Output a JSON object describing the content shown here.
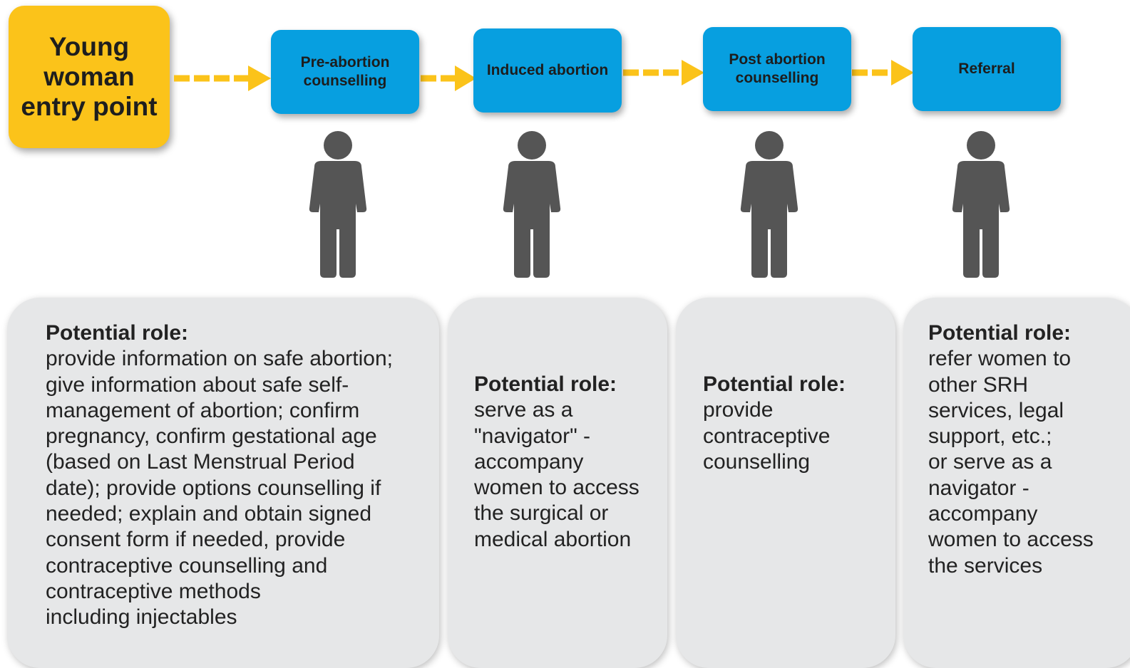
{
  "entry_point": {
    "label": "Young\nwoman\nentry point"
  },
  "steps": [
    {
      "label": "Pre-abortion\ncounselling"
    },
    {
      "label": "Induced abortion"
    },
    {
      "label": "Post abortion\ncounselling"
    },
    {
      "label": "Referral"
    }
  ],
  "roles": [
    {
      "heading": "Potential role:",
      "text": "provide information on safe abortion;\ngive information about safe self-\nmanagement of abortion; confirm\npregnancy, confirm gestational age\n(based on Last Menstrual Period\ndate); provide options counselling if\nneeded; explain and obtain signed\nconsent form if needed, provide\ncontraceptive counselling and\ncontraceptive methods\nincluding injectables"
    },
    {
      "heading": "Potential role:",
      "text": "serve as a\n\"navigator\" -\naccompany\nwomen to access\nthe surgical or\nmedical abortion"
    },
    {
      "heading": "Potential role:",
      "text": "provide\ncontraceptive\ncounselling"
    },
    {
      "heading": "Potential role:",
      "text": "refer women to\nother SRH\nservices, legal\nsupport, etc.;\nor serve as a\nnavigator -\naccompany\nwomen to access\nthe services"
    }
  ],
  "colors": {
    "entry": "#fbc31a",
    "step": "#079fe0",
    "arrow": "#fbc31a",
    "person": "#555555",
    "card": "#e6e7e8"
  }
}
